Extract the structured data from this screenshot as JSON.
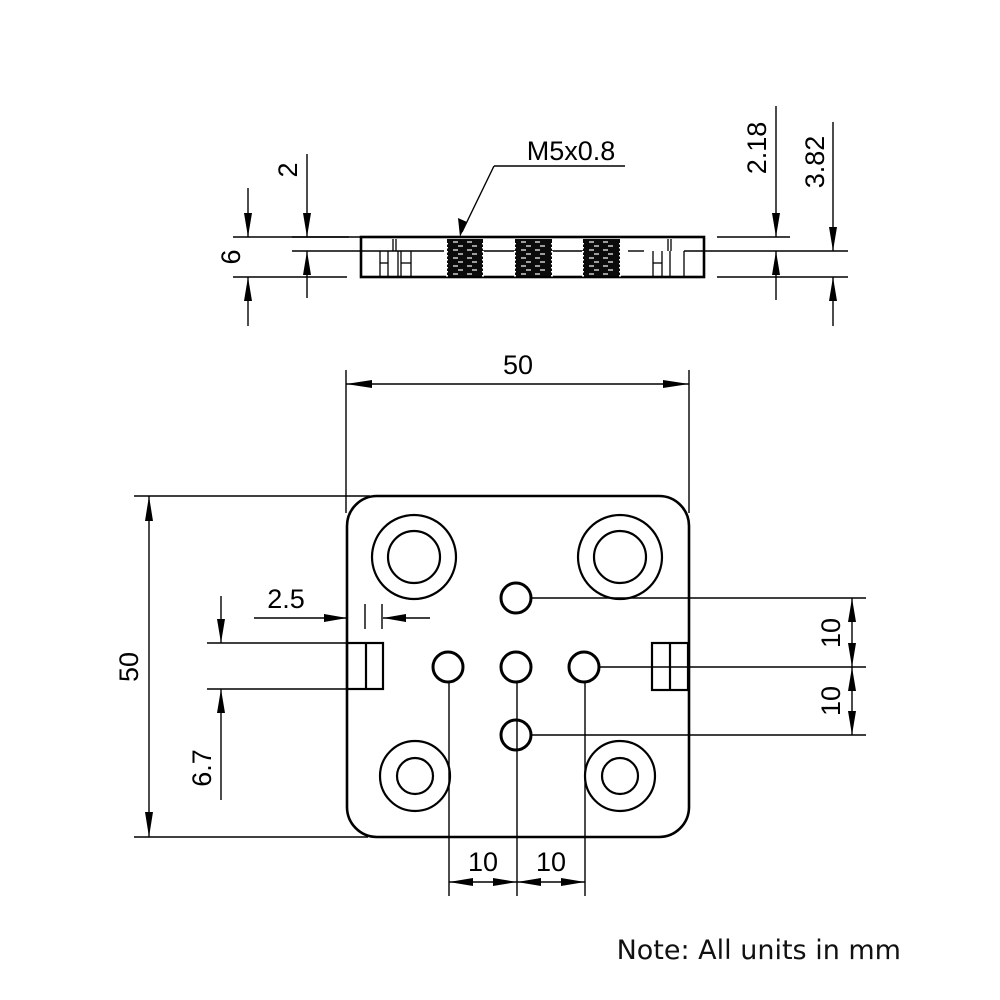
{
  "drawing": {
    "title": "Square mounting plate with M5 threaded holes",
    "side_view": {
      "thread_callout": "M5x0.8",
      "dimensions": {
        "thickness": "6",
        "step_depth": "2",
        "right_upper": "2.18",
        "right_lower": "3.82"
      },
      "threaded_hole_count": 3
    },
    "top_view": {
      "dimensions": {
        "width": "50",
        "height": "50",
        "slot_depth": "2.5",
        "slot_offset": "6.7",
        "hole_spacing_vertical_upper": "10",
        "hole_spacing_vertical_lower": "10",
        "hole_spacing_horizontal_left": "10",
        "hole_spacing_horizontal_right": "10"
      },
      "counterbored_hole_count": 4,
      "small_hole_count": 5,
      "edge_slot_count": 2
    },
    "note": "Note: All units in mm"
  }
}
